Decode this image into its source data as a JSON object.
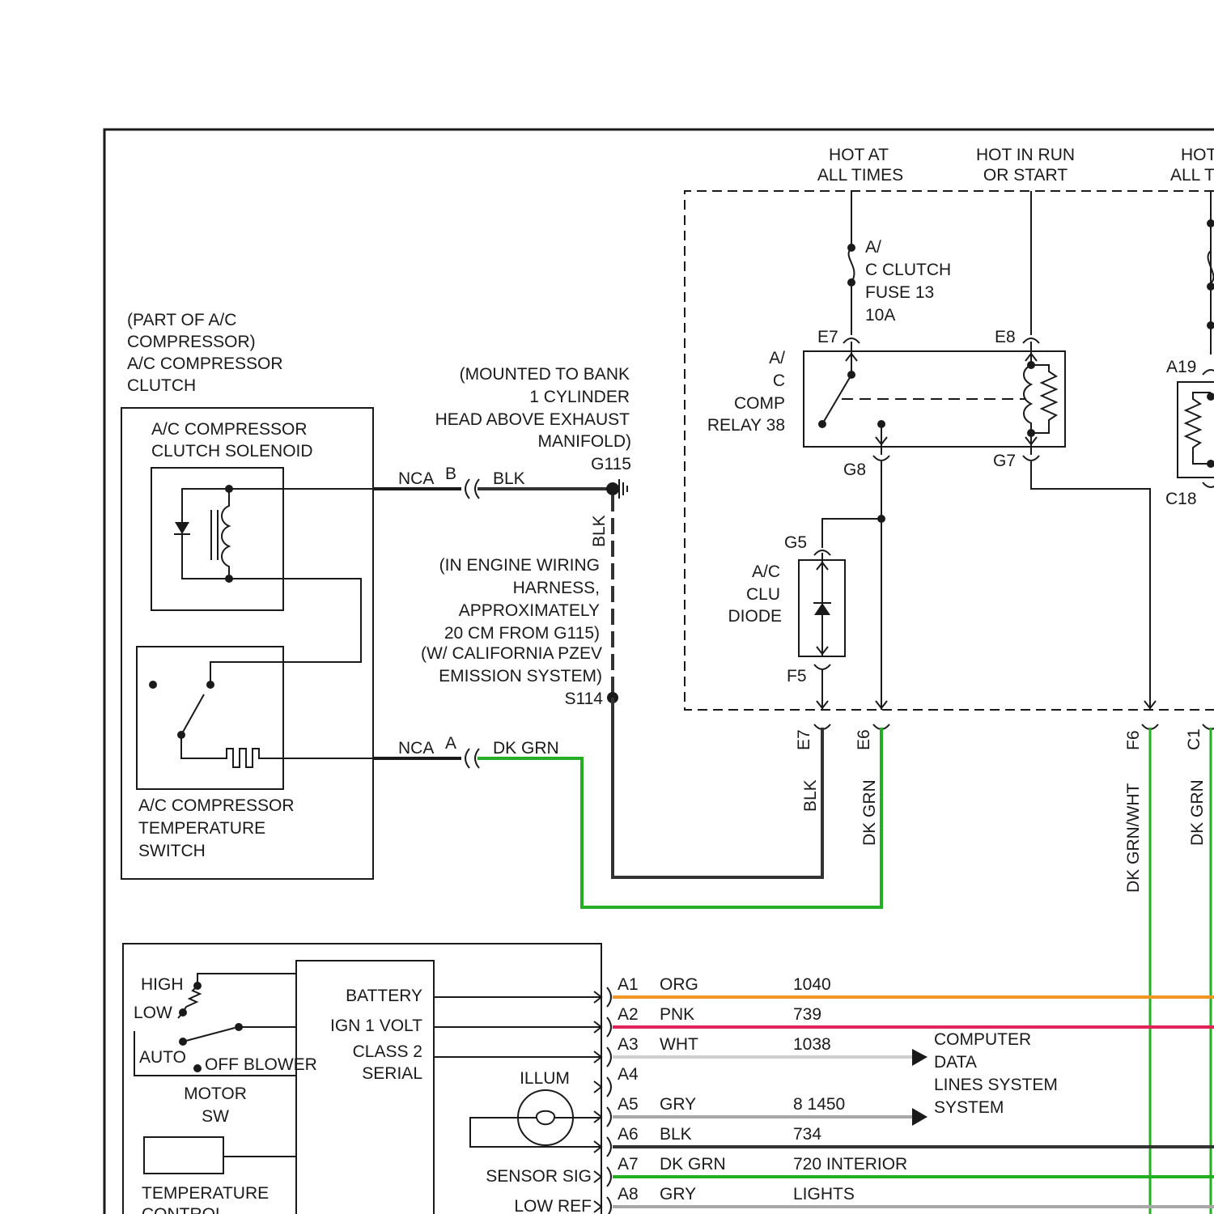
{
  "colors": {
    "ink": "#1a1a1a",
    "blk": "#333333",
    "dk_grn": "#22b022",
    "org": "#f0961e",
    "pnk": "#e0245a",
    "wht": "#cfcfcf",
    "gry": "#a8a8a8"
  },
  "power": {
    "hot_at_all_times_1": "HOT AT",
    "hot_at_all_times_2": "ALL TIMES",
    "hot_in_run_1": "HOT IN RUN",
    "hot_in_run_2": "OR START",
    "hot_cut_1": "HOT",
    "hot_cut_2": "ALL T"
  },
  "fuse": {
    "line1": "A/",
    "line2": "C CLUTCH",
    "line3": "FUSE 13",
    "line4": "10A"
  },
  "relay": {
    "line1": "A/",
    "line2": "C",
    "line3": "COMP",
    "line4": "RELAY 38"
  },
  "diode": {
    "line1": "A/C",
    "line2": "CLU",
    "line3": "DIODE"
  },
  "pins": {
    "e7_top": "E7",
    "e8": "E8",
    "g8": "G8",
    "g7": "G7",
    "g5": "G5",
    "f5": "F5",
    "a19": "A19",
    "c18": "C18",
    "e7_bottom": "E7",
    "e6": "E6",
    "f6": "F6",
    "c1": "C1"
  },
  "compressor": {
    "part_of_1": "(PART OF A/C",
    "part_of_2": "COMPRESSOR)",
    "part_of_3": "A/C COMPRESSOR",
    "part_of_4": "CLUTCH",
    "solenoid_1": "A/C COMPRESSOR",
    "solenoid_2": "CLUTCH SOLENOID",
    "temp_switch_1": "A/C COMPRESSOR",
    "temp_switch_2": "TEMPERATURE",
    "temp_switch_3": "SWITCH"
  },
  "ground": {
    "mount_1": "(MOUNTED TO BANK",
    "mount_2": "1 CYLINDER",
    "mount_3": "HEAD ABOVE EXHAUST",
    "mount_4": "MANIFOLD)",
    "g115": "G115",
    "harness_1": "(IN ENGINE WIRING",
    "harness_2": "HARNESS,",
    "harness_3": "APPROXIMATELY",
    "harness_4": "20 CM FROM G115)",
    "harness_5": "(W/ CALIFORNIA PZEV",
    "harness_6": "EMISSION SYSTEM)",
    "s114": "S114"
  },
  "connectors": {
    "nca_b": "NCA",
    "pin_b": "B",
    "nca_a": "NCA",
    "pin_a": "A"
  },
  "wire_labels": {
    "blk_top": "BLK",
    "blk_vertical": "BLK",
    "dk_grn_a": "DK GRN",
    "blk_e7": "BLK",
    "dk_grn_e6": "DK GRN",
    "dk_grn_wht_f6": "DK GRN/WHT",
    "dk_grn_c1": "DK GRN"
  },
  "control": {
    "high": "HIGH",
    "low": "LOW",
    "auto": "AUTO",
    "off_blower": "OFF BLOWER",
    "motor_1": "MOTOR",
    "motor_2": "SW",
    "temp_1": "TEMPERATURE",
    "temp_2": "CONTROL",
    "battery": "BATTERY",
    "ign": "IGN 1 VOLT",
    "class2_1": "CLASS 2",
    "class2_2": "SERIAL",
    "illum": "ILLUM",
    "sensor_sig": "SENSOR SIG",
    "low_ref": "LOW REF"
  },
  "harness_rows": [
    {
      "pin": "A1",
      "color": "ORG",
      "circuit": "1040"
    },
    {
      "pin": "A2",
      "color": "PNK",
      "circuit": "739"
    },
    {
      "pin": "A3",
      "color": "WHT",
      "circuit": "1038"
    },
    {
      "pin": "A4",
      "color": "",
      "circuit": ""
    },
    {
      "pin": "A5",
      "color": "GRY",
      "circuit": "8 1450"
    },
    {
      "pin": "A6",
      "color": "BLK",
      "circuit": "734"
    },
    {
      "pin": "A7",
      "color": "DK GRN",
      "circuit": "720 INTERIOR"
    },
    {
      "pin": "A8",
      "color": "GRY",
      "circuit": "LIGHTS"
    }
  ],
  "data_lines": {
    "line1": "COMPUTER",
    "line2": "DATA",
    "line3": "LINES SYSTEM",
    "line4": "SYSTEM"
  }
}
